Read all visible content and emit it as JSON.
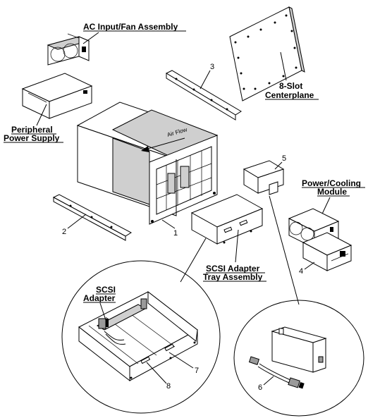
{
  "labels": {
    "ac_input": "AC Input/Fan Assembly",
    "centerplane_line1": "8-Slot",
    "centerplane_line2": "Centerplane",
    "peripheral_line1": "Peripheral",
    "peripheral_line2": "Power Supply",
    "power_cooling_line1": "Power/Cooling",
    "power_cooling_line2": "Module",
    "scsi_tray_line1": "SCSI Adapter",
    "scsi_tray_line2": "Tray Assembly",
    "scsi_adapter_line1": "SCSI",
    "scsi_adapter_line2": "Adapter",
    "air_flow": "Air Flow"
  },
  "callouts": {
    "n1": "1",
    "n2": "2",
    "n3": "3",
    "n4": "4",
    "n5": "5",
    "n6": "6",
    "n7": "7",
    "n8": "8"
  }
}
